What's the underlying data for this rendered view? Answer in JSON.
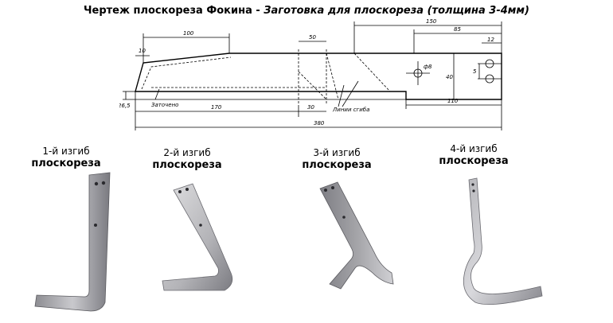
{
  "title": {
    "part1": "Чертеж плоскореза Фокина - ",
    "part2": "Заготовка для плоскореза (толщина 3-4мм)"
  },
  "drawing": {
    "dims": {
      "d150": "150",
      "d100": "100",
      "d50": "50",
      "d85": "85",
      "d12": "12",
      "d10": "10",
      "d40": "40",
      "d5": "5",
      "d8": "ф8",
      "d265": "26,5",
      "d170": "170",
      "d30": "30",
      "d110": "110",
      "d380": "380"
    },
    "labels": {
      "sharpening": "Заточено",
      "fold_lines": "Линии сгиба"
    }
  },
  "bends": [
    {
      "line1": "1-й изгиб",
      "line2": "плоскореза"
    },
    {
      "line1": "2-й изгиб",
      "line2": "плоскореза"
    },
    {
      "line1": "3-й изгиб",
      "line2": "плоскореза"
    },
    {
      "line1": "4-й изгиб",
      "line2": "плоскореза"
    }
  ],
  "colors": {
    "metal_light": "#d4d4d6",
    "metal_mid": "#a9a9ad",
    "metal_dark": "#6f6f74",
    "line": "#000000"
  }
}
